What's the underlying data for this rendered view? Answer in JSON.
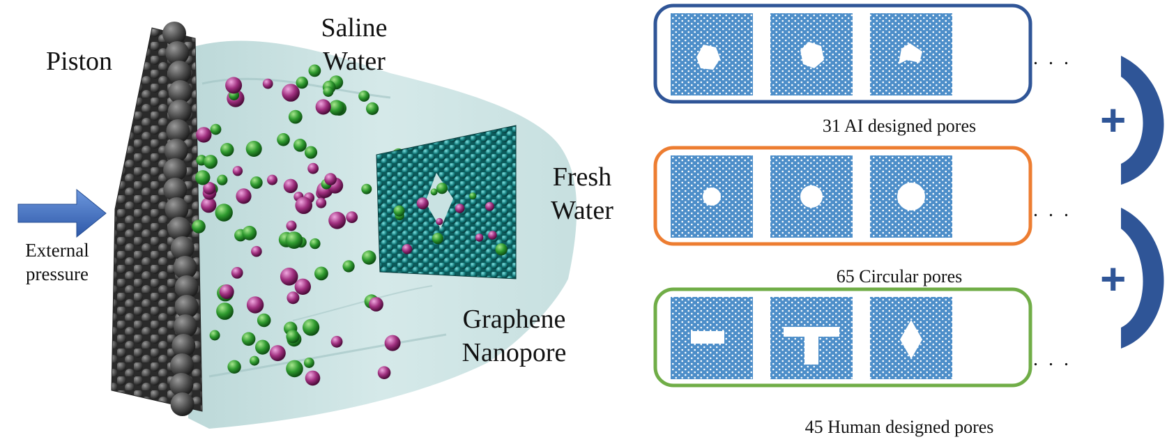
{
  "labels": {
    "piston": "Piston",
    "saline_line1": "Saline",
    "saline_line2": "Water",
    "fresh_line1": "Fresh",
    "fresh_line2": "Water",
    "external_line1": "External",
    "external_line2": "pressure",
    "graphene_line1": "Graphene",
    "graphene_line2": "Nanopore"
  },
  "groups": [
    {
      "caption": "31 AI designed pores",
      "border_color": "#2f5597",
      "pores": [
        "irregular",
        "irregular",
        "irregular"
      ],
      "ellipsis": ". . ."
    },
    {
      "caption": "65 Circular pores",
      "border_color": "#ed7d31",
      "pores": [
        "circle",
        "circle",
        "circle"
      ],
      "ellipsis": ". . ."
    },
    {
      "caption": "45 Human designed pores",
      "border_color": "#70ad47",
      "pores": [
        "slot",
        "T",
        "diamond"
      ],
      "ellipsis": ". . ."
    }
  ],
  "connectors": [
    {
      "symbol": "+"
    },
    {
      "symbol": "+"
    }
  ],
  "colors": {
    "piston": "#4d4d4d",
    "water": "#c9e2e2",
    "sodium_ion": "#2f9a2f",
    "chloride_ion": "#a0307f",
    "graphene": "#127a7a",
    "pressure_arrow": "#3f6fc4",
    "pore_sheet": "#4d8ec9",
    "bracket": "#2f5597"
  }
}
